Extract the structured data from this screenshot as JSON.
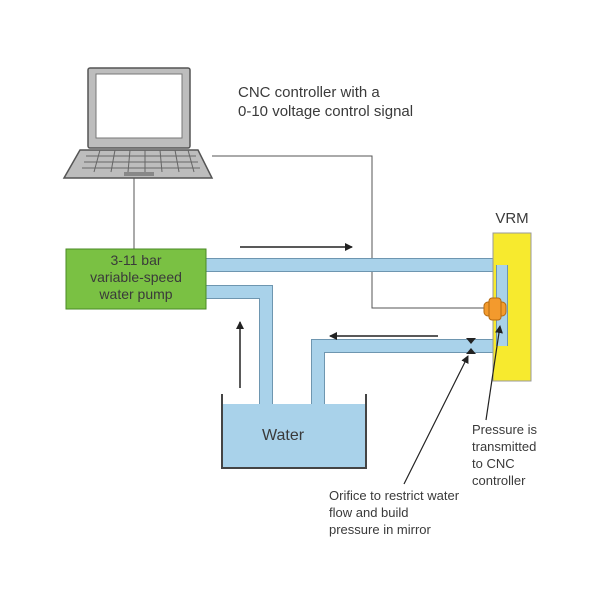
{
  "controller": {
    "label_line1": "CNC controller with a",
    "label_line2": "0-10 voltage control signal"
  },
  "pump": {
    "label_line1": "3-11 bar",
    "label_line2": "variable-speed",
    "label_line3": "water pump",
    "color": "#7ac143"
  },
  "tank": {
    "label": "Water",
    "color": "#a9d2ea"
  },
  "vrm": {
    "label": "VRM",
    "color": "#f7ea2e"
  },
  "pipe_color": "#a9d2ea",
  "sensor_color": "#f39a2d",
  "pressure_note": {
    "line1": "Pressure is",
    "line2": "transmitted",
    "line3": "to CNC",
    "line4": "controller"
  },
  "orifice_note": {
    "line1": "Orifice to restrict water",
    "line2": "flow and build",
    "line3": "pressure in mirror"
  }
}
